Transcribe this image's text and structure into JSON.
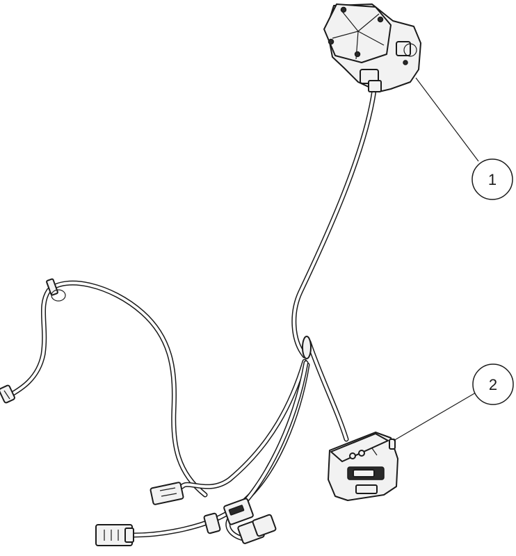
{
  "callouts": [
    {
      "id": "1",
      "label": "1"
    },
    {
      "id": "2",
      "label": "2"
    }
  ],
  "colors": {
    "line": "#1a1a1a",
    "fill": "#f2f2f2",
    "background": "#ffffff"
  }
}
